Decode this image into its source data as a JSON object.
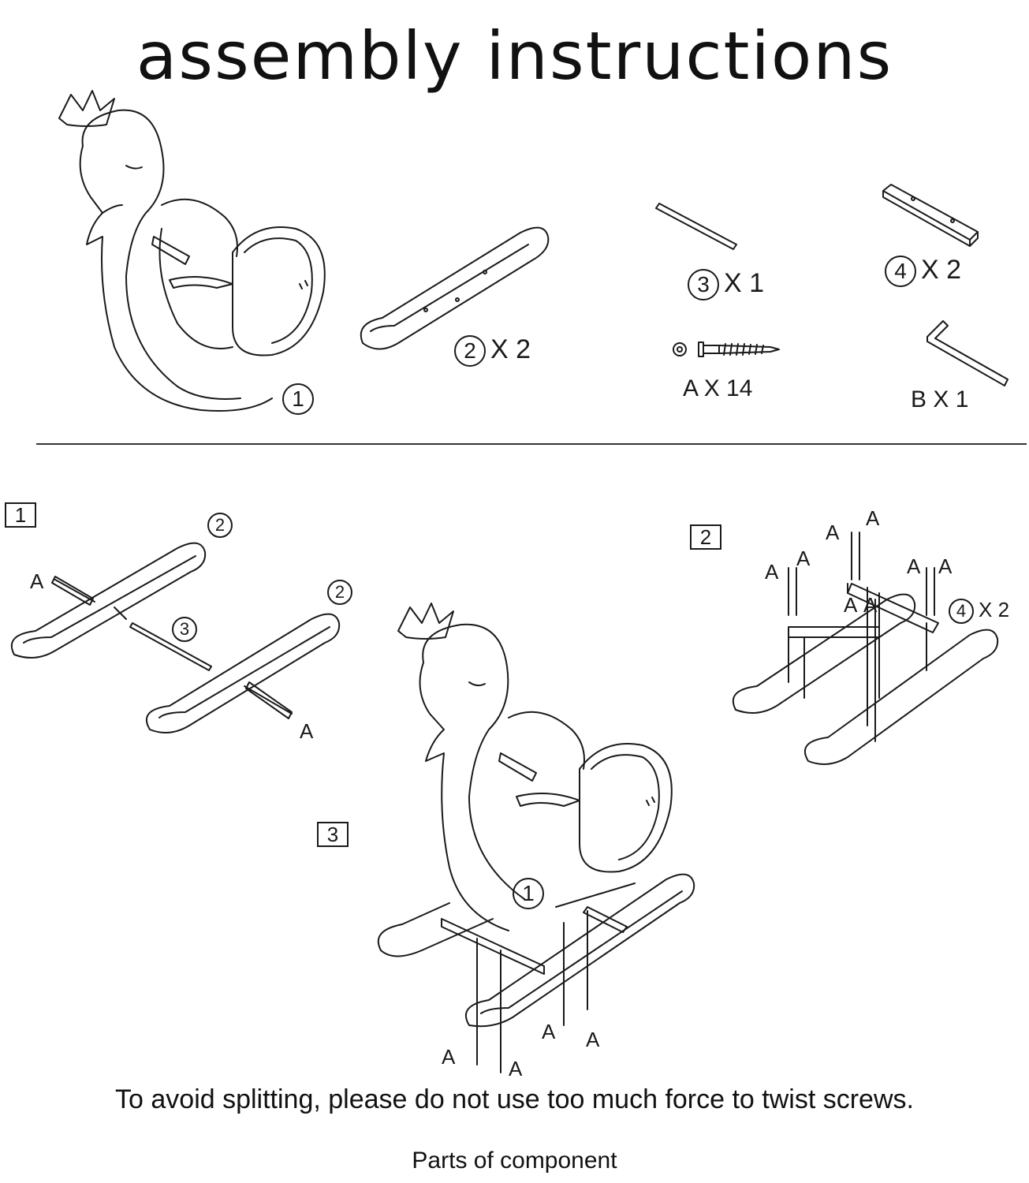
{
  "title": "assembly instructions",
  "parts": {
    "p1": {
      "num": "1"
    },
    "p2": {
      "num": "2",
      "qty": "X 2"
    },
    "p3": {
      "num": "3",
      "qty": "X 1"
    },
    "p4": {
      "num": "4",
      "qty": "X 2"
    },
    "pA": {
      "letter": "A",
      "qty": "X 14"
    },
    "pB": {
      "letter": "B",
      "qty": "X 1"
    }
  },
  "steps": {
    "s1": {
      "num": "1",
      "screw": "A",
      "rocker": "2",
      "rod": "3"
    },
    "s2": {
      "num": "2",
      "screw": "A",
      "seat_qty": "X 2",
      "seat_num": "4"
    },
    "s3": {
      "num": "3",
      "body": "1",
      "screw": "A"
    }
  },
  "notes": {
    "warning": "To avoid splitting, please do not use too much force to twist screws.",
    "caption": "Parts of component"
  }
}
